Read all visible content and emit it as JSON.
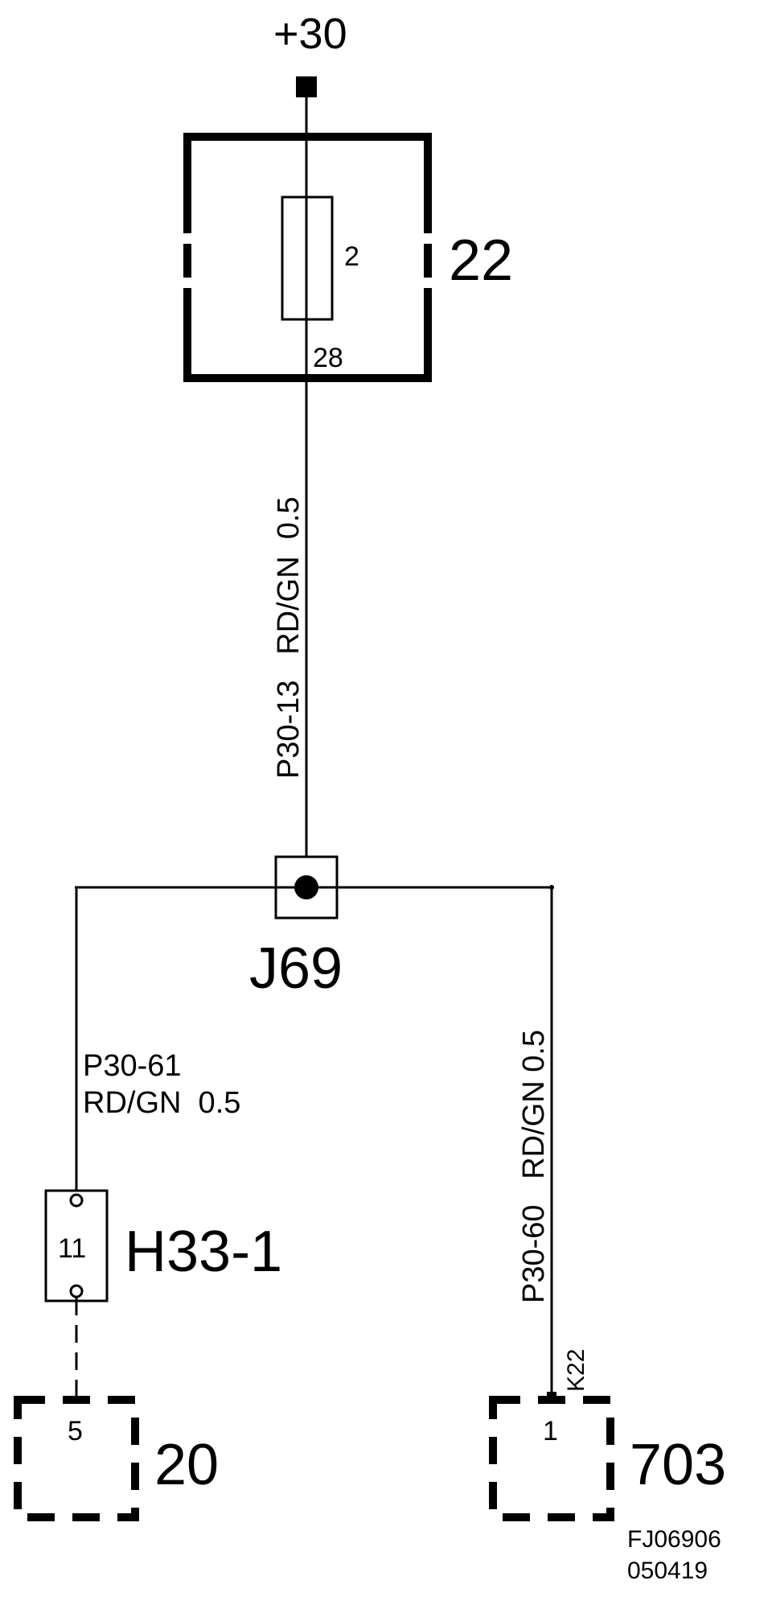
{
  "diagram": {
    "supply": {
      "label": "+30"
    },
    "fuse_box": {
      "label": "22",
      "fuse_number": "2",
      "output_pin": "28"
    },
    "wire_main": {
      "label": "P30-13   RD/GN  0.5"
    },
    "junction": {
      "label": "J69"
    },
    "wire_left": {
      "line1": "P30-61",
      "line2": "RD/GN  0.5"
    },
    "connector": {
      "label": "H33-1",
      "pin": "11"
    },
    "wire_right": {
      "label": "P30-60   RD/GN 0.5"
    },
    "component_left": {
      "label": "20",
      "pin": "5"
    },
    "component_right": {
      "label": "703",
      "pin": "1",
      "terminal": "K22"
    },
    "drawing_code": {
      "line1": "FJ06906",
      "line2": "050419"
    },
    "colors": {
      "ink": "#000000",
      "background": "#ffffff"
    }
  }
}
